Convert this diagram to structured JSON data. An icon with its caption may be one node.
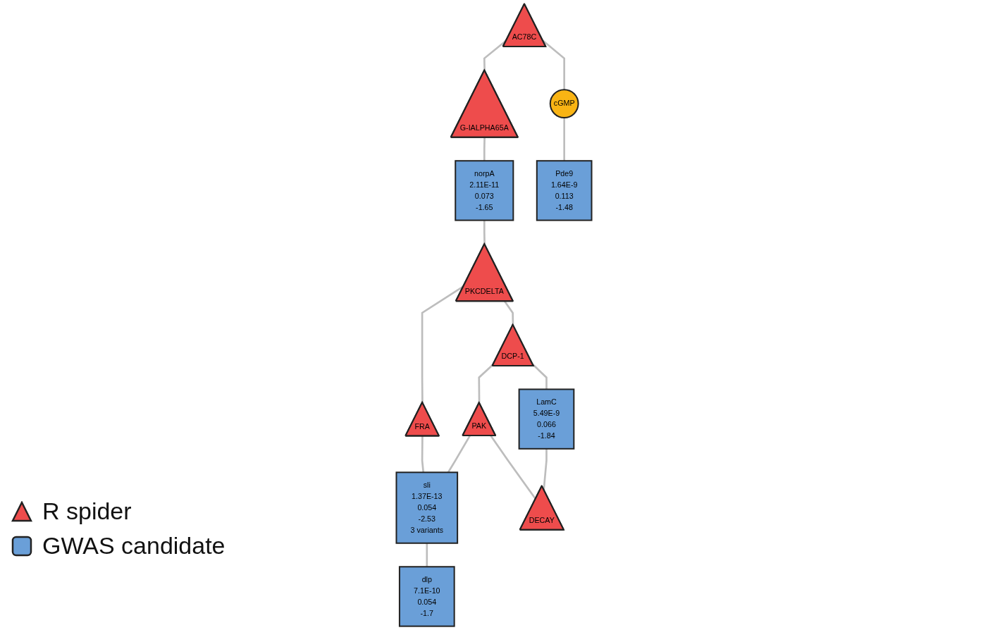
{
  "diagram": {
    "nodes": [
      {
        "text": [
          "G-IALPHA65A"
        ]
      },
      {
        "text": [
          "AC78C"
        ]
      },
      {
        "text": [
          "norpA",
          "2.11E-11",
          "0.073",
          "-1.65"
        ]
      },
      {
        "text": [
          "FRA"
        ]
      },
      {
        "text": [
          "cGMP"
        ]
      },
      {
        "text": [
          "dlp",
          "7.1E-10",
          "0.054",
          "-1.7"
        ]
      },
      {
        "text": [
          "PKCDELTA"
        ]
      },
      {
        "text": [
          "sli",
          "1.37E-13",
          "0.054",
          "-2.53",
          "3 variants"
        ]
      },
      {
        "text": [
          "Pde9",
          "1.64E-9",
          "0.113",
          "-1.48"
        ]
      },
      {
        "text": [
          "DCP-1"
        ]
      },
      {
        "text": [
          "PAK"
        ]
      },
      {
        "text": [
          "LamC",
          "5.49E-9",
          "0.066",
          "-1.84"
        ]
      },
      {
        "text": [
          "DECAY"
        ]
      }
    ],
    "edges": [
      {
        "from": 1,
        "to": 0,
        "arrow": "none"
      },
      {
        "from": 0,
        "to": 2,
        "arrow": "none"
      },
      {
        "from": 1,
        "to": 4,
        "arrow": "none"
      },
      {
        "from": 4,
        "to": 8,
        "arrow": "none"
      },
      {
        "from": 2,
        "to": 6,
        "arrow": "none"
      },
      {
        "from": 6,
        "to": 3,
        "arrow": "none"
      },
      {
        "from": 3,
        "to": 7,
        "arrow": "none"
      },
      {
        "from": 7,
        "to": 5,
        "arrow": "none"
      },
      {
        "from": 6,
        "to": 9,
        "arrow": "none"
      },
      {
        "from": 9,
        "to": 10,
        "arrow": "none"
      },
      {
        "from": 10,
        "to": 7,
        "arrow": "none"
      },
      {
        "from": 9,
        "to": 11,
        "arrow": "none"
      },
      {
        "from": 10,
        "to": 12,
        "arrow": "none"
      },
      {
        "from": 11,
        "to": 12,
        "arrow": "none"
      }
    ],
    "legend": [
      {
        "text": "R spider"
      },
      {
        "text": "GWAS candidate"
      }
    ]
  }
}
